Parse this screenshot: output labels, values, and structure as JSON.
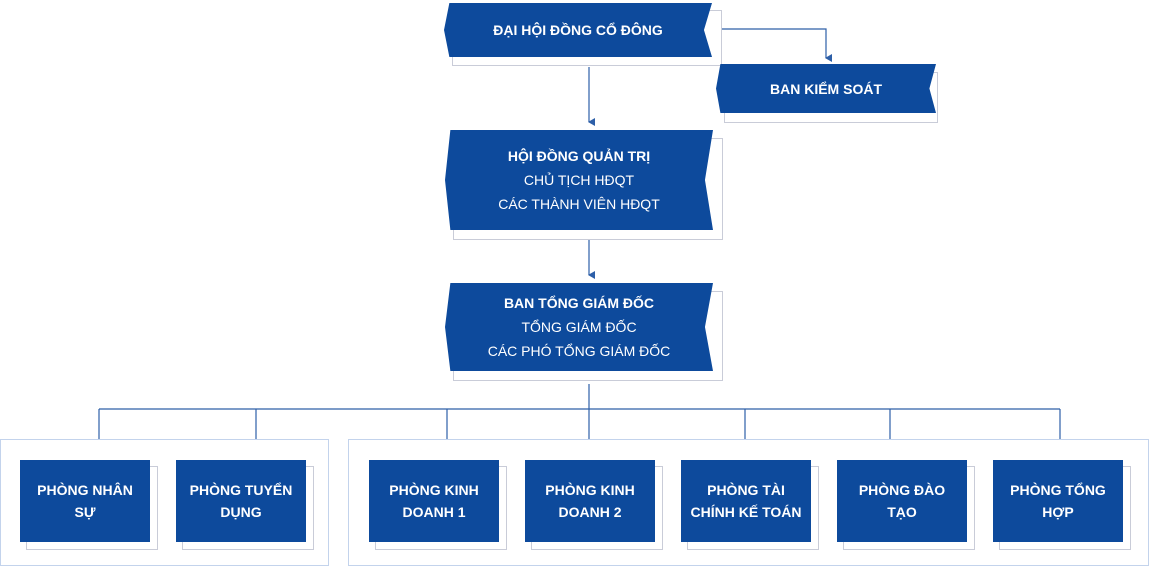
{
  "shareholders": {
    "title": "ĐẠI HỘI ĐỒNG CỔ ĐÔNG"
  },
  "supervisory": {
    "title": "BAN KIỂM SOÁT"
  },
  "board": {
    "title": "HỘI ĐỒNG QUẢN TRỊ",
    "line1": "CHỦ TỊCH HĐQT",
    "line2": "CÁC THÀNH VIÊN HĐQT"
  },
  "directors": {
    "title": "BAN TỔNG GIÁM ĐỐC",
    "line1": "TỔNG GIÁM ĐỐC",
    "line2": "CÁC PHÓ TỔNG GIÁM ĐỐC"
  },
  "departments": [
    {
      "label": "PHÒNG NHÂN SỰ"
    },
    {
      "label": "PHÒNG TUYỂN DỤNG"
    },
    {
      "label": "PHÒNG KINH DOANH 1"
    },
    {
      "label": "PHÒNG KINH DOANH 2"
    },
    {
      "label": "PHÒNG TÀI CHÍNH KẾ TOÁN"
    },
    {
      "label": "PHÒNG ĐÀO TẠO"
    },
    {
      "label": "PHÒNG TỔNG HỢP"
    }
  ],
  "colors": {
    "node": "#0d4a9c",
    "line": "#2d5fa8",
    "group_border": "#c3d3ec"
  }
}
